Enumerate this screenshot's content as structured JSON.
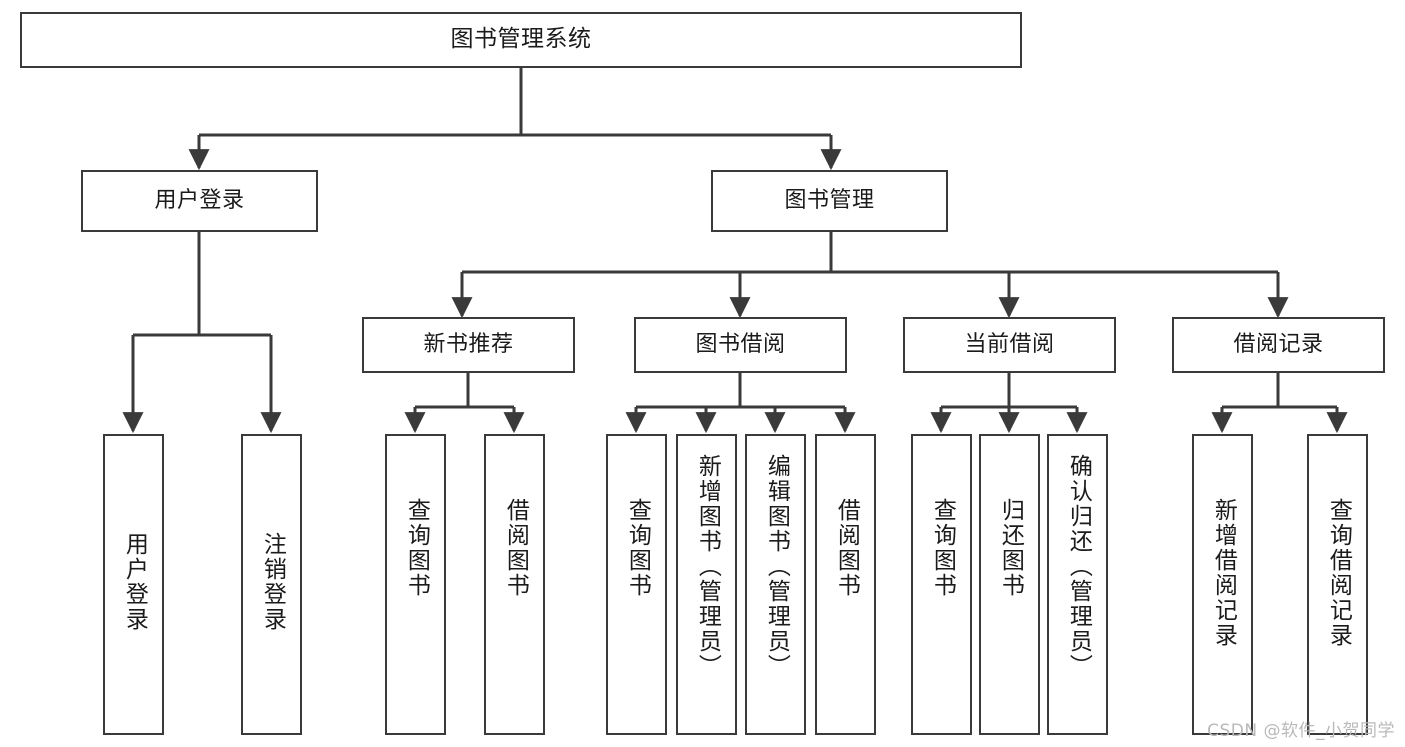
{
  "diagram": {
    "title": "图书管理系统",
    "type": "tree-hierarchy-diagram",
    "watermark": "CSDN @软件_小贺同学",
    "colors": {
      "box_border": "#3a3a3a",
      "box_fill": "#ffffff",
      "connector": "#3a3a3a",
      "text": "#1b1b1b",
      "watermark": "#b9b9b9"
    },
    "root": {
      "label": "图书管理系统"
    },
    "level2": [
      {
        "label": "用户登录"
      },
      {
        "label": "图书管理"
      }
    ],
    "level3": [
      {
        "label": "新书推荐"
      },
      {
        "label": "图书借阅"
      },
      {
        "label": "当前借阅"
      },
      {
        "label": "借阅记录"
      }
    ],
    "leaves": {
      "user_login": [
        {
          "label": "用户登录"
        },
        {
          "label": "注销登录"
        }
      ],
      "new_book_recommend": [
        {
          "label": "查询图书"
        },
        {
          "label": "借阅图书"
        }
      ],
      "book_borrow": [
        {
          "label": "查询图书"
        },
        {
          "label": "新增图书（管理员）"
        },
        {
          "label": "编辑图书（管理员）"
        },
        {
          "label": "借阅图书"
        }
      ],
      "current_borrow": [
        {
          "label": "查询图书"
        },
        {
          "label": "归还图书"
        },
        {
          "label": "确认归还（管理员）"
        }
      ],
      "borrow_record": [
        {
          "label": "新增借阅记录"
        },
        {
          "label": "查询借阅记录"
        }
      ]
    }
  }
}
